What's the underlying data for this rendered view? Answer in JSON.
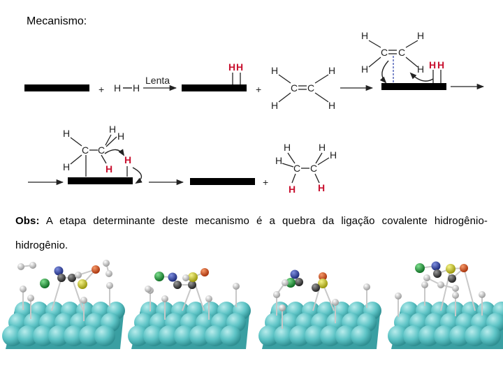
{
  "title": "Mecanismo:",
  "h": "H",
  "c": "C",
  "lenta": "Lenta",
  "plus": "+",
  "obs_label": "Obs:",
  "obs_text": "A etapa determinante deste mecanismo é a quebra da ligação covalente hidrogênio-hidrogênio.",
  "colors": {
    "bond_red": "#c8102e",
    "surface": "#5ec4c6",
    "nitrogen": "#2b3fa8",
    "oxygen": "#d94c1a",
    "sulfur": "#d6d21c",
    "chlorine": "#1fa03a",
    "carbon": "#444444",
    "hydrogen": "#d8d8d8"
  }
}
